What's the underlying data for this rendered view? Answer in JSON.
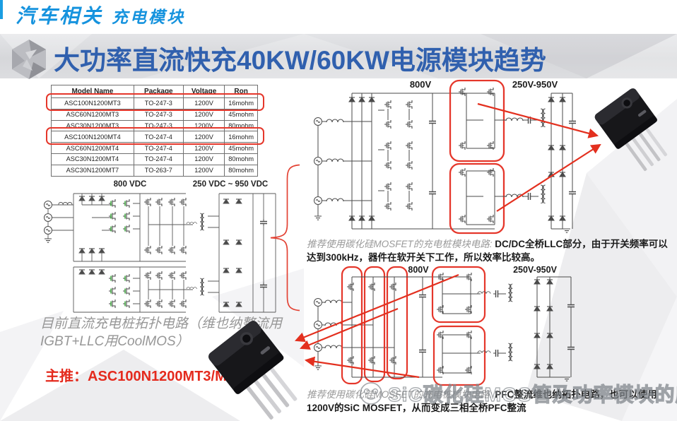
{
  "header": {
    "series": "汽车相关",
    "topic": "充电模块"
  },
  "banner": {
    "title": "大功率直流快充40KW/60KW电源模块趋势"
  },
  "table": {
    "headers": [
      "Model Name",
      "Package",
      "Voltage",
      "Ron"
    ],
    "rows": [
      [
        "ASC100N1200MT3",
        "TO-247-3",
        "1200V",
        "16mohm"
      ],
      [
        "ASC60N1200MT3",
        "TO-247-3",
        "1200V",
        "45mohm"
      ],
      [
        "ASC30N1200MT3",
        "TO-247-3",
        "1200V",
        "80mohm"
      ],
      [
        "ASC100N1200MT4",
        "TO-247-4",
        "1200V",
        "16mohm"
      ],
      [
        "ASC60N1200MT4",
        "TO-247-4",
        "1200V",
        "45mohm"
      ],
      [
        "ASC30N1200MT4",
        "TO-247-4",
        "1200V",
        "80mohm"
      ],
      [
        "ASC30N1200MT7",
        "TO-263-7",
        "1200V",
        "80mohm"
      ]
    ],
    "highlighted_rows": [
      0,
      3
    ]
  },
  "left_block": {
    "label_800": "800 VDC",
    "label_range": "250 VDC ~ 950 VDC",
    "caption": "目前直流充电桩拓扑电路（维也纳整流用IGBT+LLC用CoolMOS）",
    "push_label": "主推：",
    "push_model": "ASC100N1200MT3/MT4"
  },
  "llc_block": {
    "label_800": "800V",
    "label_range": "250V-950V",
    "caption_prefix": "推荐使用碳化硅MOSFET的充电桩模块电路: ",
    "caption_body": "DC/DC全桥LLC部分，由于开关频率可以达到300kHz，器件在软开关下工作，所以效率比较高。"
  },
  "pfc_block": {
    "label_800": "800V",
    "label_range": "250V-950V",
    "caption_prefix": "推荐使用碳化硅MOSFET的充电桩模块电路: ",
    "caption_body": "PFC整流维也纳拓扑电路，也可以使用1200V的SiC MOSFET，从而变成三相全桥PFC整流"
  },
  "watermark": {
    "text": "SiC碳化硅MOS管及功率模块的应用"
  },
  "colors": {
    "header_blue": "#1693DE",
    "title_blue": "#3060AE",
    "accent_red": "#E3301F",
    "push_red": "#E42A1D",
    "circuit_gray": "#4a4a4a"
  }
}
